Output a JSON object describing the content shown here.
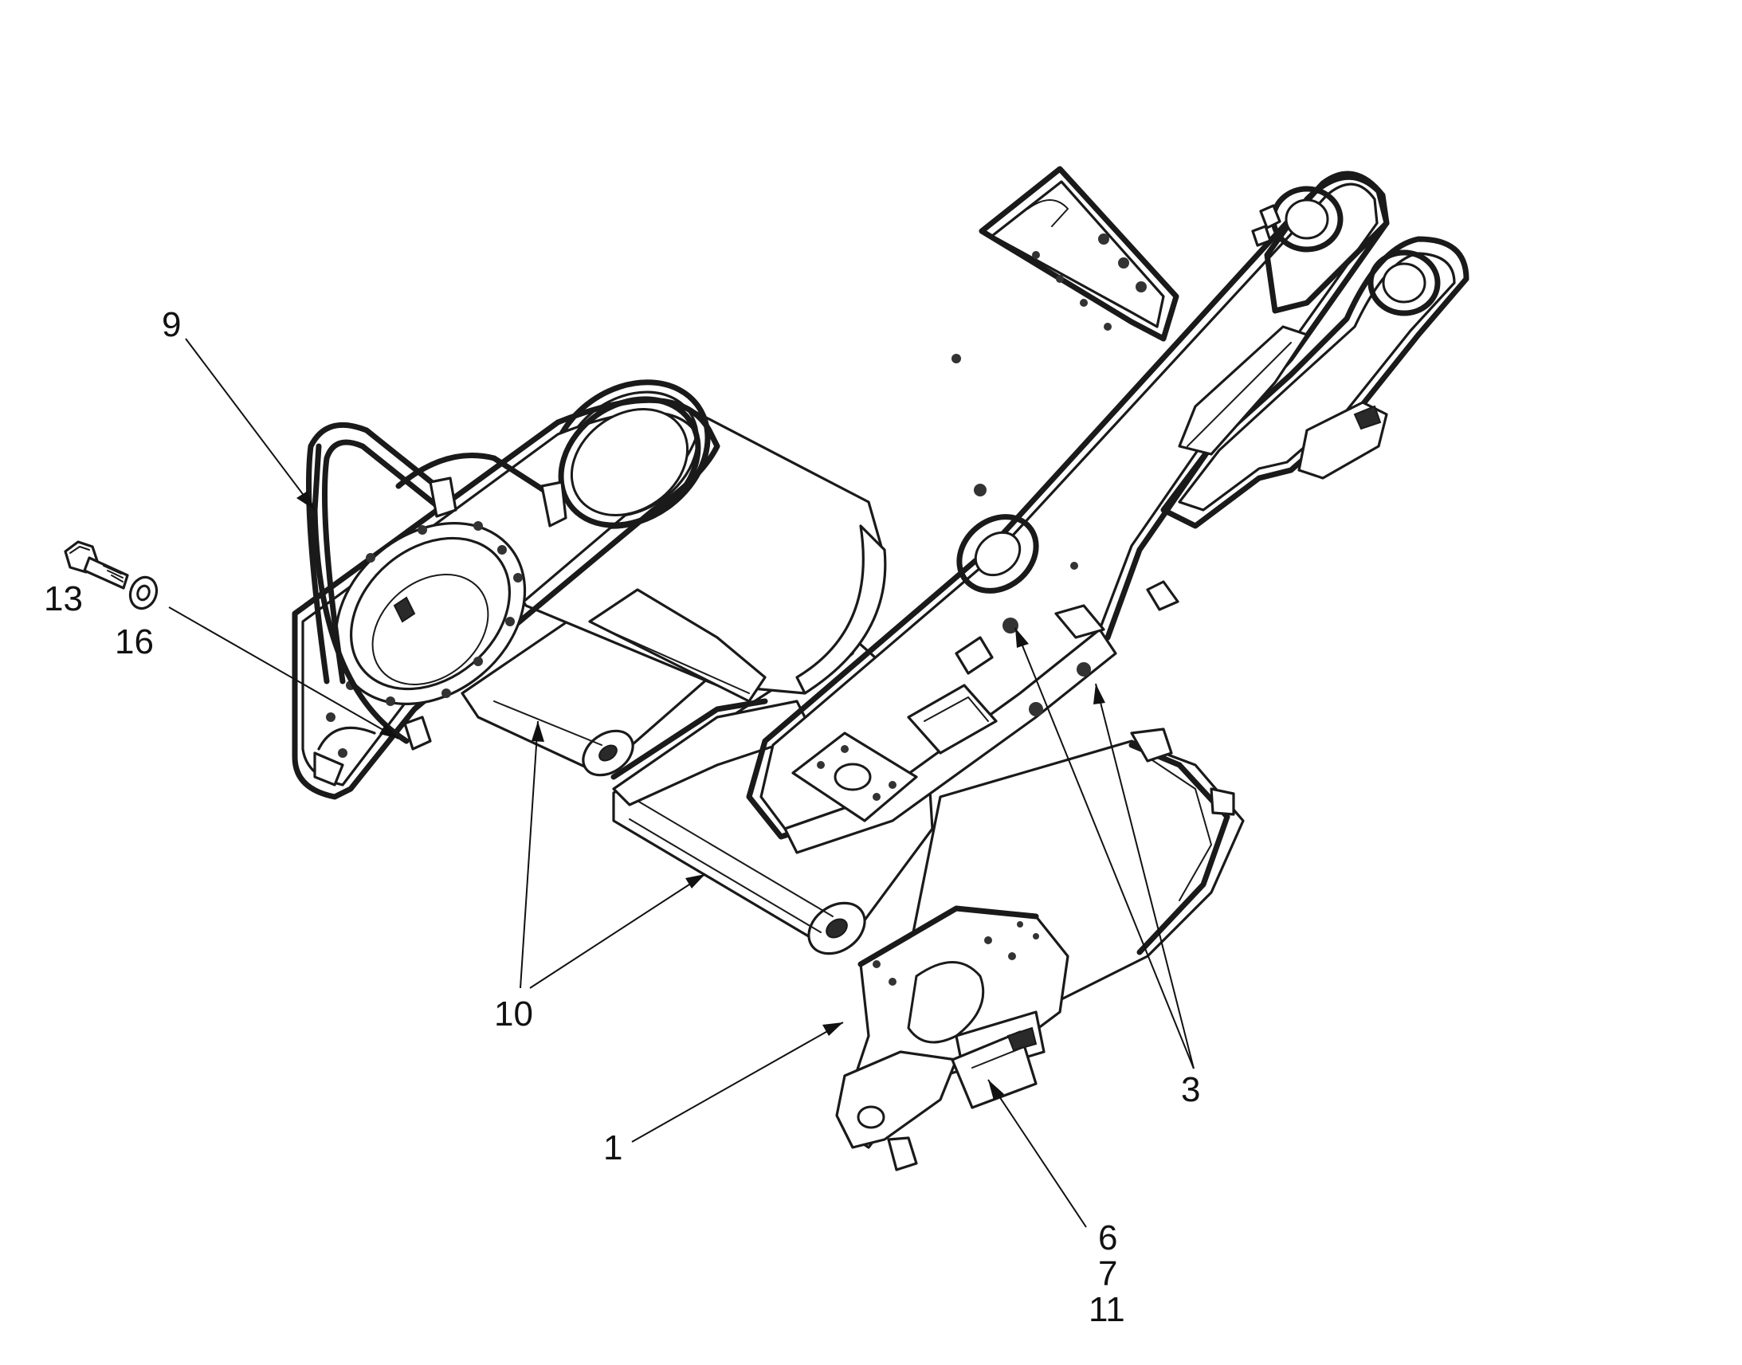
{
  "callouts": {
    "c9": "9",
    "c13": "13",
    "c16": "16",
    "c10": "10",
    "c1": "1",
    "c3": "3",
    "c6": "6",
    "c7": "7",
    "c11": "11"
  }
}
